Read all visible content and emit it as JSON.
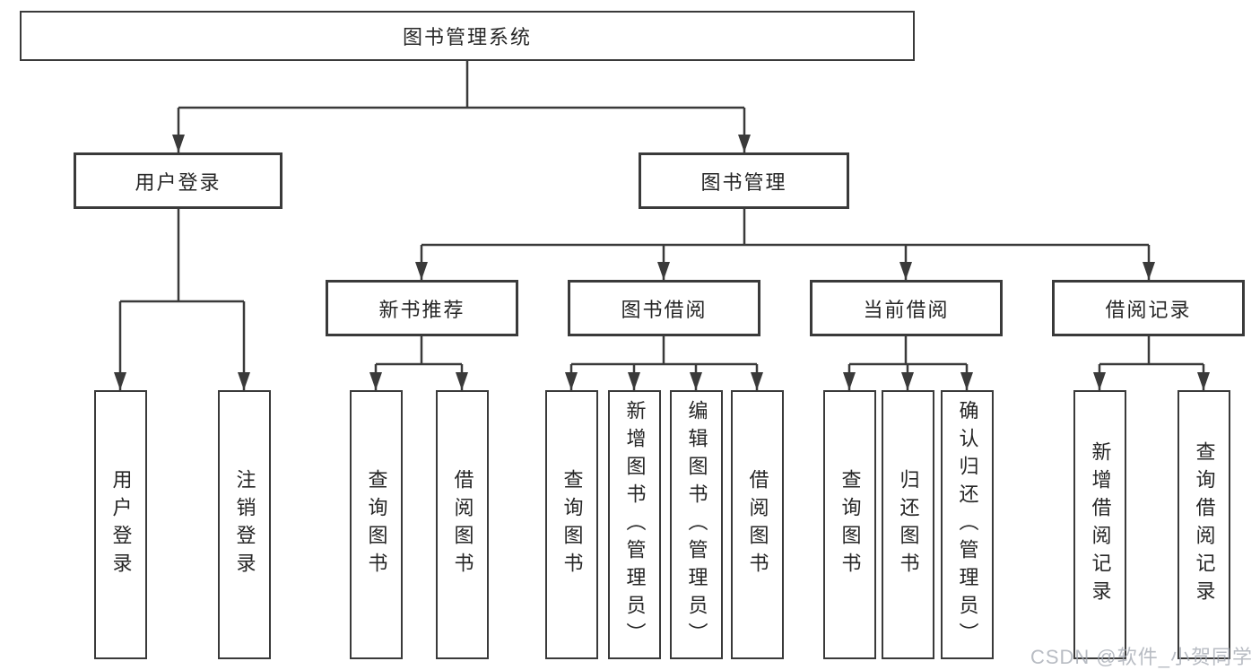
{
  "diagram": {
    "type": "hierarchy-tree",
    "title": "图书管理系统",
    "nodes": {
      "root": {
        "label": "图书管理系统"
      },
      "user_login": {
        "label": "用户登录"
      },
      "book_mgmt": {
        "label": "图书管理"
      },
      "new_book_rec": {
        "label": "新书推荐"
      },
      "book_borrow": {
        "label": "图书借阅"
      },
      "current_borrow": {
        "label": "当前借阅"
      },
      "borrow_record": {
        "label": "借阅记录"
      },
      "leaf_user_login": {
        "label": "用户登录"
      },
      "leaf_logout": {
        "label": "注销登录"
      },
      "leaf_query_book_rec": {
        "label": "查询图书"
      },
      "leaf_borrow_book_rec": {
        "label": "借阅图书"
      },
      "leaf_query_book_borrow": {
        "label": "查询图书"
      },
      "leaf_add_book": {
        "label": "新增图书（管理员）"
      },
      "leaf_edit_book": {
        "label": "编辑图书（管理员）"
      },
      "leaf_borrow_book_borrow": {
        "label": "借阅图书"
      },
      "leaf_query_book_current": {
        "label": "查询图书"
      },
      "leaf_return_book": {
        "label": "归还图书"
      },
      "leaf_confirm_return": {
        "label": "确认归还（管理员）"
      },
      "leaf_add_borrow_record": {
        "label": "新增借阅记录"
      },
      "leaf_query_borrow_record": {
        "label": "查询借阅记录"
      }
    },
    "hierarchy": {
      "图书管理系统": {
        "用户登录": [
          "用户登录",
          "注销登录"
        ],
        "图书管理": {
          "新书推荐": [
            "查询图书",
            "借阅图书"
          ],
          "图书借阅": [
            "查询图书",
            "新增图书（管理员）",
            "编辑图书（管理员）",
            "借阅图书"
          ],
          "当前借阅": [
            "查询图书",
            "归还图书",
            "确认归还（管理员）"
          ],
          "借阅记录": [
            "新增借阅记录",
            "查询借阅记录"
          ]
        }
      }
    }
  },
  "watermark": {
    "text": "CSDN @软件_小贺同学"
  },
  "colors": {
    "line": "#3a3a3a",
    "box_border": "#3a3a3a",
    "text": "#262626",
    "background": "#ffffff",
    "watermark": "#a0a5af"
  }
}
